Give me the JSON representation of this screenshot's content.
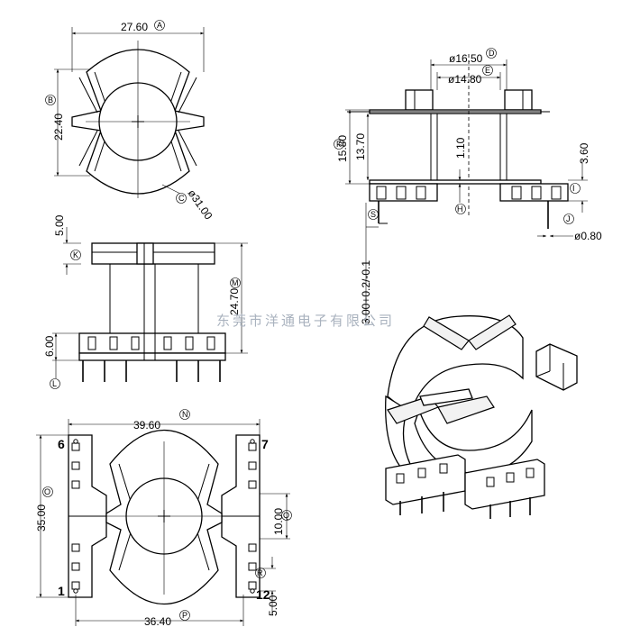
{
  "top_view": {
    "width_dim": "27.60",
    "width_tag": "A",
    "height_dim": "22.40",
    "height_tag": "B",
    "diam_dim": "ø31.00",
    "diam_tag": "C"
  },
  "side_view": {
    "top_dim": "5.00",
    "top_tag": "K",
    "total_dim": "24.70",
    "total_tag": "M",
    "bottom_dim": "6.00",
    "bottom_tag": "L"
  },
  "bottom_view": {
    "width_dim": "39.60",
    "width_tag": "N",
    "height_dim": "35.00",
    "height_tag": "O",
    "pitch_dim": "10.00",
    "pitch_tag": "Q",
    "pin_dim": "5.00",
    "pin_tag": "R",
    "pin_span_dim": "36.40",
    "pin_span_tag": "P",
    "pins": {
      "p6": "6",
      "p7": "7",
      "p1": "1",
      "p12": "12"
    }
  },
  "section_view": {
    "outer_d": "ø16.50",
    "outer_tag": "D",
    "inner_d": "ø14.80",
    "inner_tag": "E",
    "h1": "15.80",
    "h1_tag": "F",
    "h2": "13.70",
    "wall": "1.10",
    "wall_tag": "H",
    "base": "3.60",
    "base_tag": "I",
    "pin_d": "ø0.80",
    "pin_tag": "J",
    "tol": "3.00+0.2/-0.1",
    "tol_tag": "S"
  },
  "watermark": "东莞市洋通电子有限公司"
}
